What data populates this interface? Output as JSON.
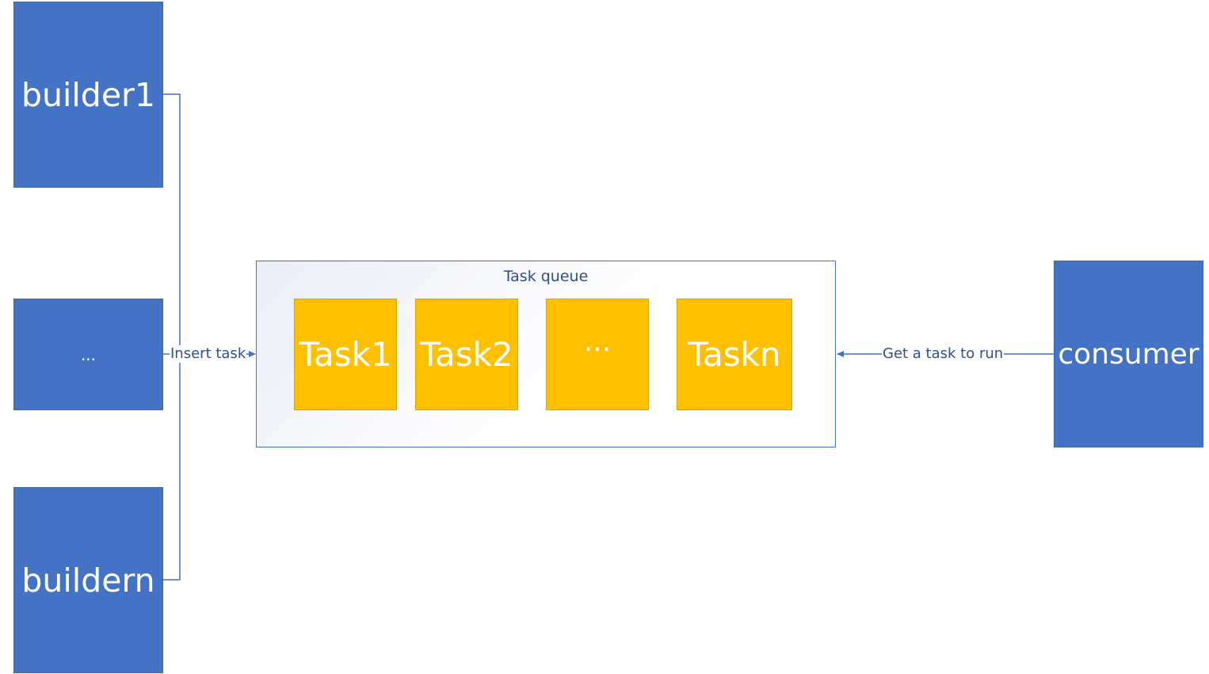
{
  "builders": {
    "first": "builder1",
    "middle": "...",
    "last": "buildern"
  },
  "queue": {
    "title": "Task queue",
    "tasks": [
      "Task1",
      "Task2",
      "···",
      "Taskn"
    ]
  },
  "consumer": "consumer",
  "edges": {
    "insert": "Insert task",
    "get": "Get a task to run"
  },
  "colors": {
    "node_blue": "#4472c4",
    "task_gold": "#ffc000",
    "connector": "#4472c4"
  }
}
